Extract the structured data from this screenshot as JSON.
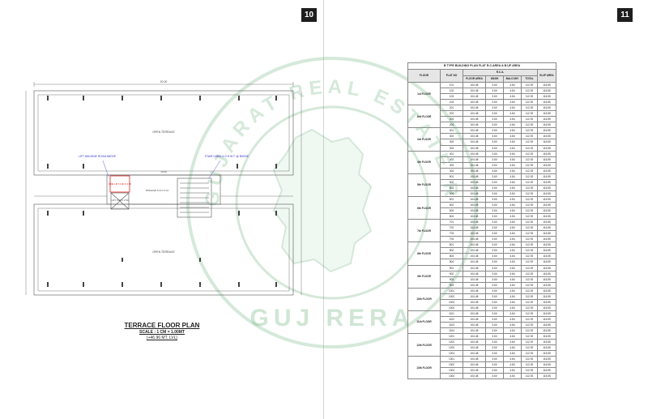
{
  "pages": {
    "left_number": "10",
    "right_number": "11"
  },
  "watermark": {
    "top_text": "GUJARAT REAL ESTATE REGULATORY",
    "bottom_text": "GUJ RERA"
  },
  "plan": {
    "title": "TERRACE FLOOR PLAN",
    "scale": "SCALE : 1 CM = 1.00MT",
    "level": "(+46.96 MT. LVL)",
    "labels": {
      "top_dim": "20.00",
      "open_terrace_top": "OPEN TERRACE",
      "open_terrace_bottom": "OPEN TERRACE",
      "lift_machine_room": "LIFT MACHINE ROOM ABOVE",
      "stair_cabin": "STAIR CABIN & O.H.W.T. @ 50000E",
      "fire_lift": "FIRE LIFT 2.00 X 2.50",
      "lift": "LIFT 2.00 X 2.50",
      "passage": "PASSAGE 5.10 X 2.10",
      "mid_dim": "10.60"
    }
  },
  "table": {
    "title": "B TYPE BUILDING PLAN FLAT R.C.AREA & B.UP AREA",
    "headers": {
      "floor": "FLOOR",
      "flat_no": "FLAT NO",
      "rca": "R.C.A.",
      "bup": "B.UP AREA",
      "floor_area": "FLOOR AREA",
      "wash": "WASH",
      "balcony": "BALCONY",
      "total": "TOTAL"
    },
    "values": {
      "floor_area": "104.48",
      "wash": "3.60",
      "balcony": "4.84",
      "total": "112.92",
      "bup": "116.55"
    },
    "floors": [
      {
        "label": "1st FLOOR",
        "flats": [
          "101",
          "102",
          "103",
          "104"
        ]
      },
      {
        "label": "2nd FLOOR",
        "flats": [
          "201",
          "202",
          "203",
          "204"
        ]
      },
      {
        "label": "3rd FLOOR",
        "flats": [
          "301",
          "302",
          "303",
          "304"
        ]
      },
      {
        "label": "4th FLOOR",
        "flats": [
          "401",
          "402",
          "403",
          "404"
        ]
      },
      {
        "label": "5th FLOOR",
        "flats": [
          "501",
          "502",
          "503",
          "504"
        ]
      },
      {
        "label": "6th FLOOR",
        "flats": [
          "601",
          "602",
          "603",
          "604"
        ]
      },
      {
        "label": "7th FLOOR",
        "flats": [
          "701",
          "702",
          "703",
          "704"
        ]
      },
      {
        "label": "8th FLOOR",
        "flats": [
          "801",
          "802",
          "803",
          "804"
        ]
      },
      {
        "label": "9th FLOOR",
        "flats": [
          "901",
          "902",
          "903",
          "904"
        ]
      },
      {
        "label": "10th FLOOR",
        "flats": [
          "1001",
          "1002",
          "1003",
          "1004"
        ]
      },
      {
        "label": "11th FLOOR",
        "flats": [
          "1101",
          "1102",
          "1103",
          "1104"
        ]
      },
      {
        "label": "12th FLOOR",
        "flats": [
          "1201",
          "1202",
          "1203",
          "1204"
        ]
      },
      {
        "label": "13th FLOOR",
        "flats": [
          "1301",
          "1302",
          "1303",
          "1304"
        ]
      }
    ]
  }
}
